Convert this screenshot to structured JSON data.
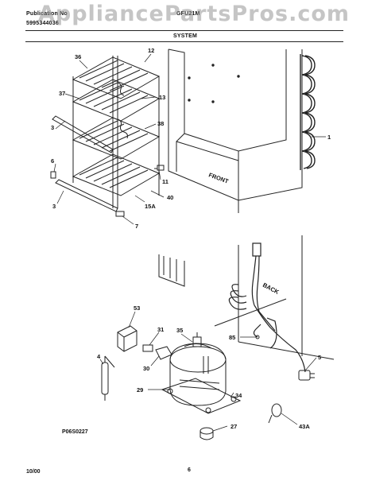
{
  "header": {
    "publication_label": "Publication No",
    "publication_number": "5995344036",
    "model": "GFU21M",
    "section": "SYSTEM"
  },
  "watermark": "AppliancePartsPros.com",
  "callouts": {
    "c36": "36",
    "c12": "12",
    "c37": "37",
    "c13": "13",
    "c3a": "3",
    "c38": "38",
    "c6": "6",
    "c11": "11",
    "c40": "40",
    "c3b": "3",
    "c15a": "15A",
    "c7": "7",
    "c1": "1",
    "c53": "53",
    "c31": "31",
    "c35": "35",
    "c4": "4",
    "c30": "30",
    "c85": "85",
    "c5": "5",
    "c29": "29",
    "c34": "34",
    "c27": "27",
    "c43a": "43A"
  },
  "labels": {
    "front": "FRONT",
    "back": "BACK"
  },
  "footer": {
    "drawing_code": "P06S0227",
    "date": "10/00",
    "page": "6"
  }
}
